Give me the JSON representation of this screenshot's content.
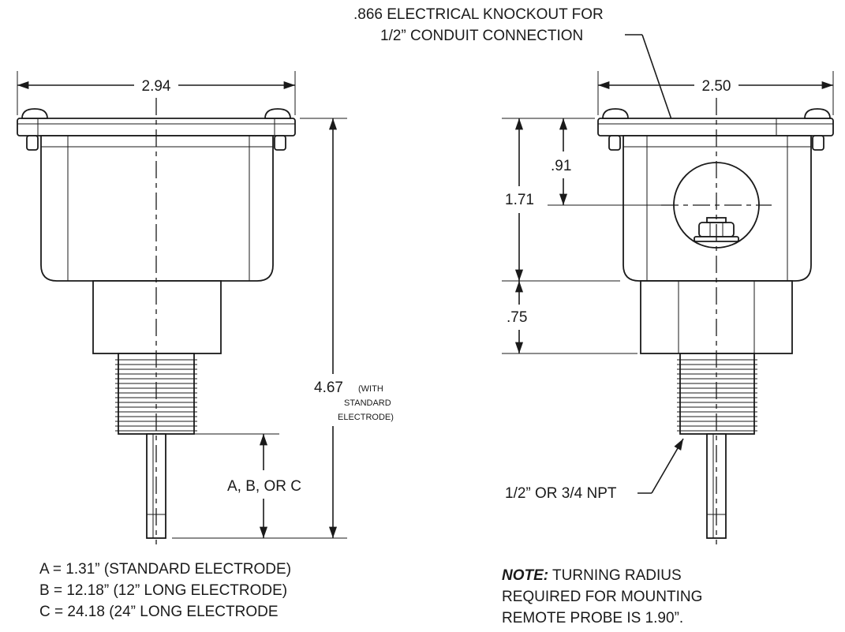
{
  "left_view": {
    "width_dim": "2.94",
    "height_dim": "4.67",
    "height_note_1": "(WITH",
    "height_note_2": "STANDARD",
    "height_note_3": "ELECTRODE)",
    "electrode_dim": "A, B, OR C"
  },
  "right_view": {
    "knockout_line_1": ".866 ELECTRICAL KNOCKOUT FOR",
    "knockout_line_2": "1/2” CONDUIT CONNECTION",
    "width_dim": "2.50",
    "dim_091": ".91",
    "dim_171": "1.71",
    "dim_075": ".75",
    "npt_label": "1/2” OR 3/4 NPT"
  },
  "legend": {
    "line_a": "A = 1.31” (STANDARD ELECTRODE)",
    "line_b": "B = 12.18” (12” LONG ELECTRODE)",
    "line_c": "C = 24.18 (24” LONG ELECTRODE"
  },
  "note": {
    "label": "NOTE:",
    "line_1_rest": " TURNING RADIUS",
    "line_2": "REQUIRED FOR MOUNTING",
    "line_3": "REMOTE PROBE IS 1.90”."
  }
}
